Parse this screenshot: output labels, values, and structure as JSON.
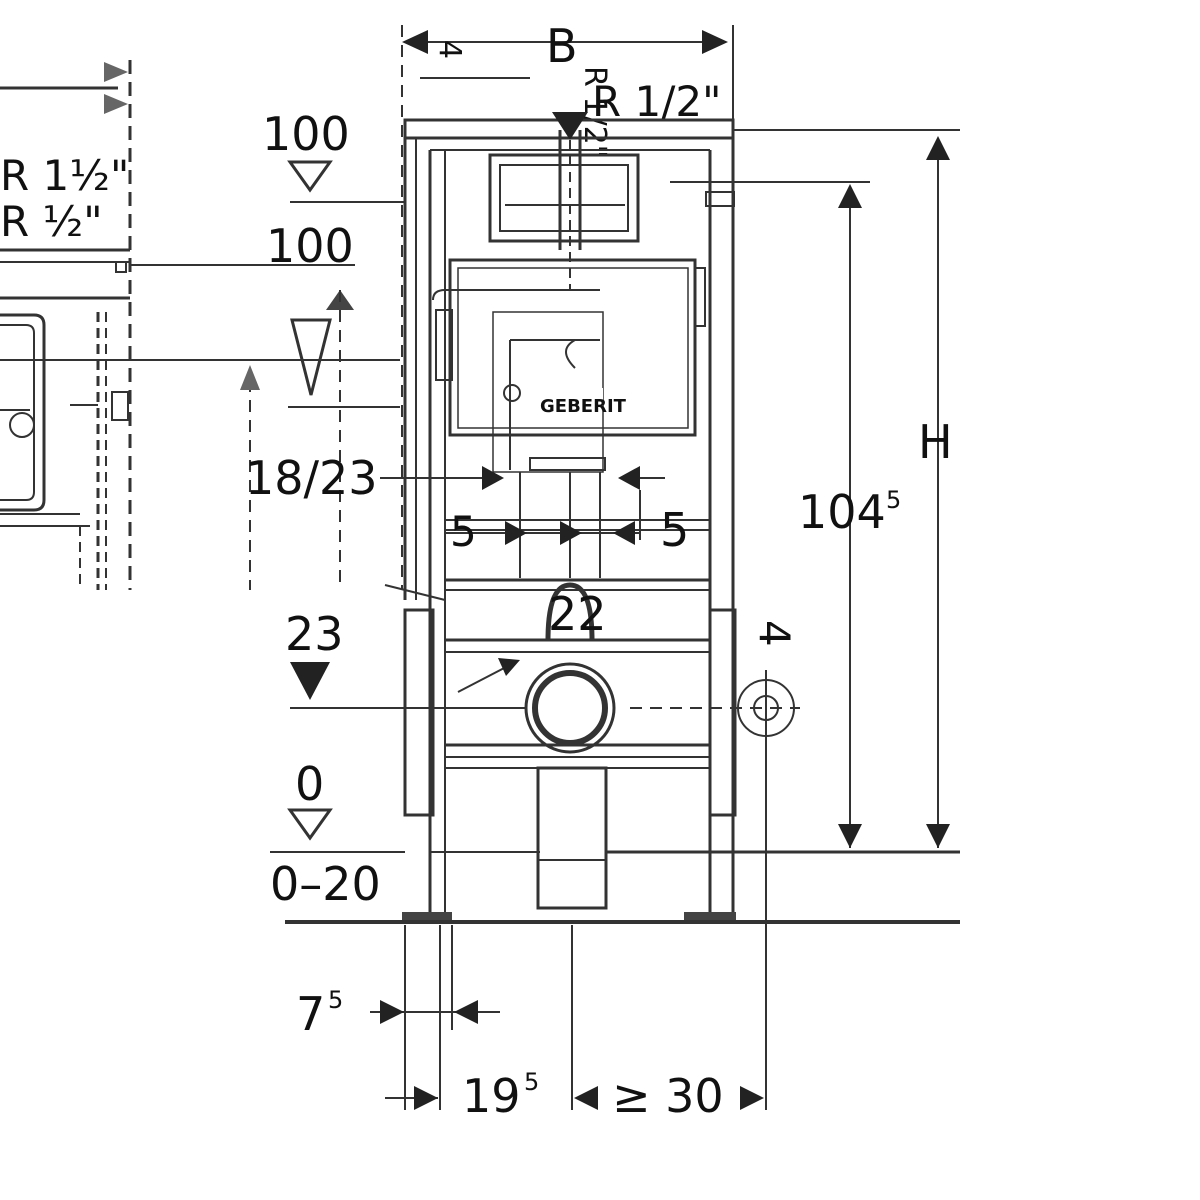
{
  "drawing": {
    "labels": {
      "b": "B",
      "top_pipe": "R 1/2\"",
      "top_pipe_vertical": "R 1/2\"",
      "left_r1": "R 1½\"",
      "left_r2": "R ½\"",
      "h": "H",
      "d100_top": "100",
      "d100_mid": "100",
      "d18_23": "18/23",
      "d5_right": "5",
      "d5_left": "5",
      "d23": "23",
      "d0": "0",
      "d0_20": "0–20",
      "d104": "104",
      "d104_sup": "5",
      "d7": "7",
      "d7_sup": "5",
      "d19": "19",
      "d19_sup": "5",
      "d30": "≥ 30",
      "d4": "4",
      "d22": "22",
      "brand": "GEBERIT"
    }
  }
}
